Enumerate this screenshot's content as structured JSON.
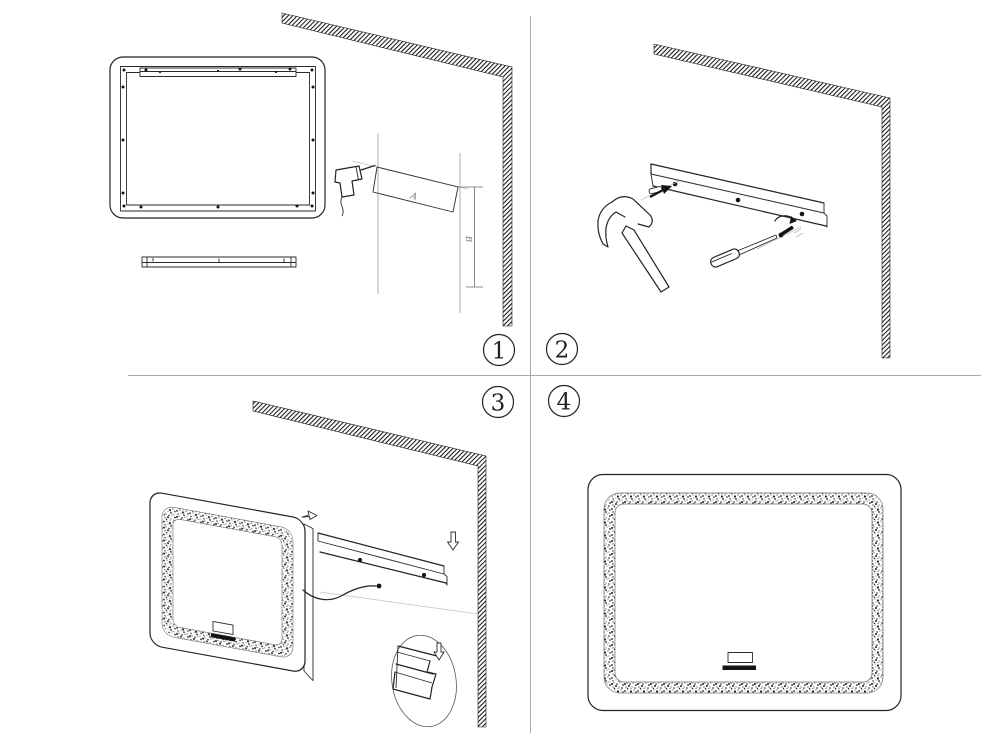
{
  "steps": [
    {
      "label": "1"
    },
    {
      "label": "2"
    },
    {
      "label": "3"
    },
    {
      "label": "4"
    }
  ],
  "dimension_labels": {
    "horizontal": "A",
    "vertical": "B"
  },
  "icons": {
    "panel1": [
      "mirror-back",
      "mounting-strip",
      "power-drill-icon",
      "wall",
      "dimension-lines"
    ],
    "panel2": [
      "mounting-strip",
      "wall-anchor-icon",
      "hammer-icon",
      "screwdriver-icon",
      "screw-icon",
      "rotation-arrow-icon",
      "wall"
    ],
    "panel3": [
      "mirror-perspective",
      "mounting-strip",
      "power-cord",
      "down-arrow-icon",
      "right-arrow-icon",
      "cleat-detail-circle",
      "wall"
    ],
    "panel4": [
      "mirror-front",
      "led-border",
      "sensor-switch"
    ]
  },
  "colors": {
    "ink": "#232323",
    "wall_hatch": "#161616",
    "divider": "#a8a8a8",
    "guide": "#9c9c9c",
    "background": "#ffffff"
  }
}
